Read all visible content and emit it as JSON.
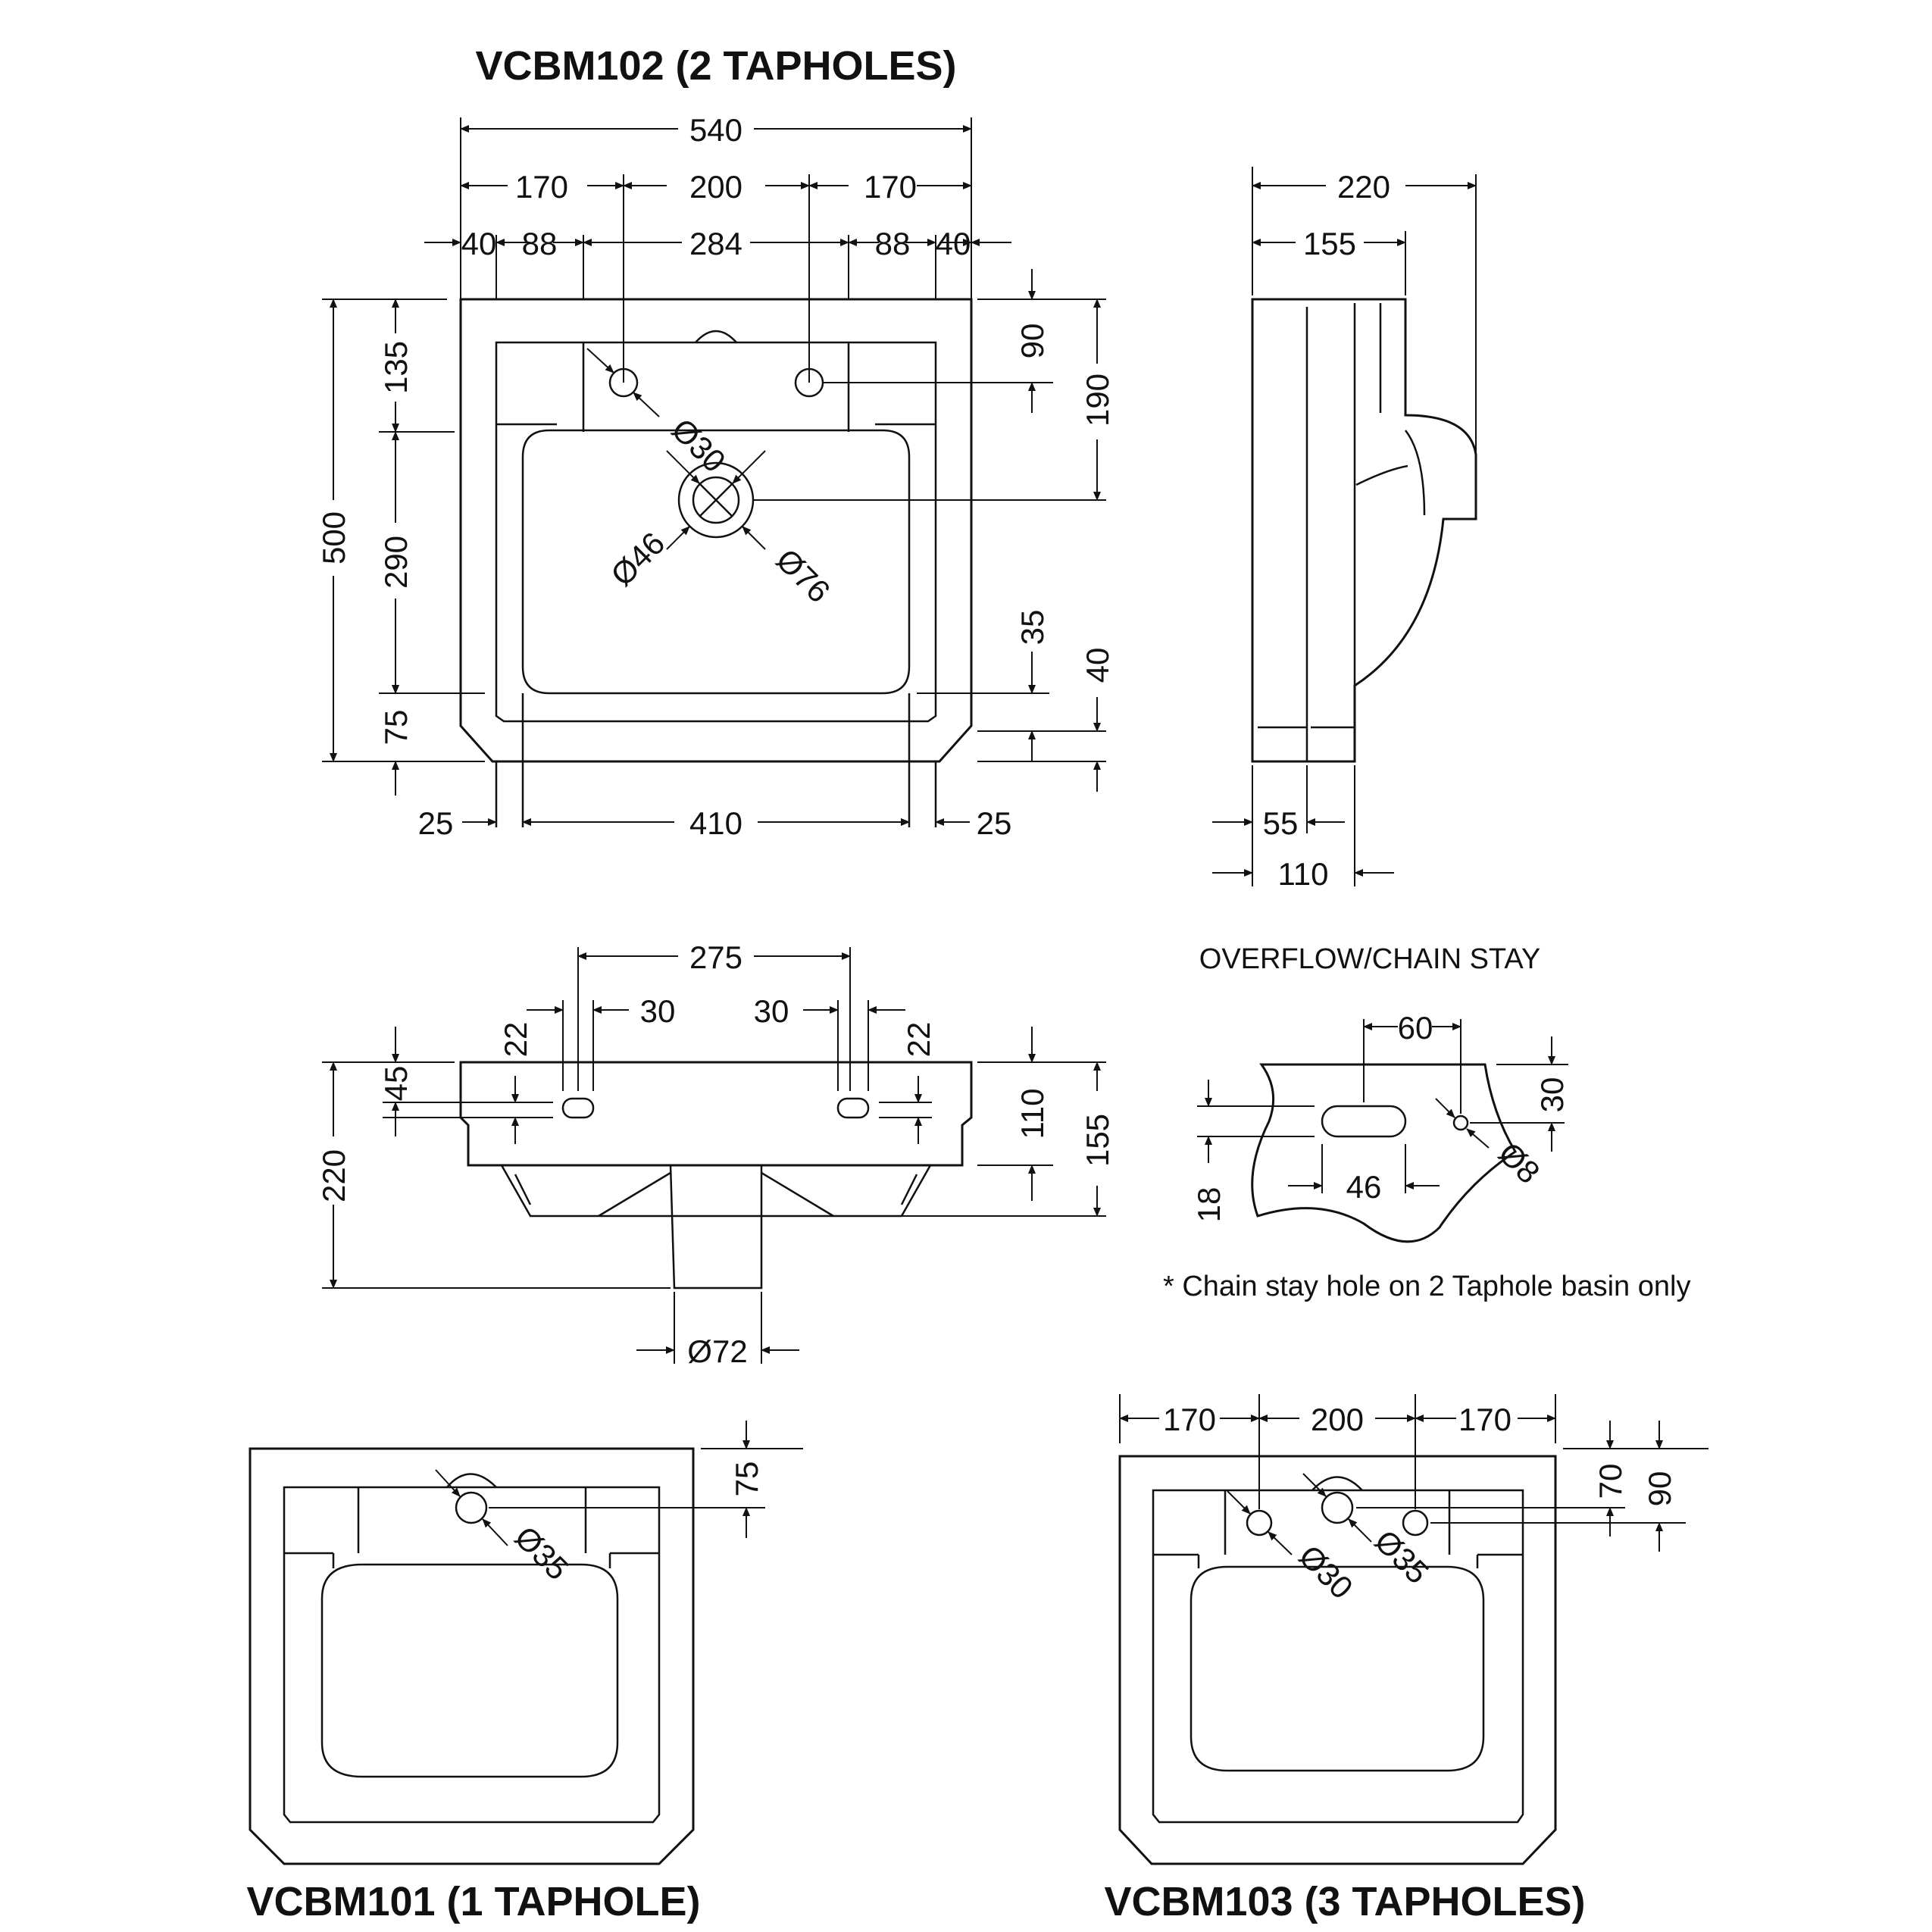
{
  "titles": {
    "top": "VCBM102 (2 TAPHOLES)",
    "bottom_left": "VCBM101 (1 TAPHOLE)",
    "bottom_right": "VCBM103 (3 TAPHOLES)"
  },
  "top_view": {
    "width_overall": "540",
    "tap_spacing": [
      "170",
      "200",
      "170"
    ],
    "deck_spacing": [
      "40",
      "88",
      "284",
      "88",
      "40"
    ],
    "depth_overall": "500",
    "depth_segments": [
      "135",
      "290",
      "75"
    ],
    "tap_offset": "90",
    "waste_offset": "190",
    "front_offsets": [
      "35",
      "40"
    ],
    "bottom_widths": [
      "25",
      "410",
      "25"
    ],
    "diameters": [
      "Ø30",
      "Ø46",
      "Ø76"
    ]
  },
  "side_view": {
    "overall": "220",
    "upper": "155",
    "lower_1": "55",
    "lower_2": "110"
  },
  "front_view": {
    "tap_centres": "275",
    "hole_widths": [
      "30",
      "30"
    ],
    "hole_heights": [
      "22",
      "22"
    ],
    "heights_left": [
      "45",
      "220"
    ],
    "heights_right": [
      "110",
      "155"
    ],
    "waste_diameter": "Ø72"
  },
  "overflow": {
    "title": "OVERFLOW/CHAIN STAY",
    "slot_offset": "60",
    "slot_width": "46",
    "slot_height": "18",
    "hole_offset": "30",
    "hole_diameter": "Ø8",
    "note": "* Chain stay hole on 2 Taphole basin only"
  },
  "vcbm101": {
    "tap_offset": "75",
    "tap_diameter": "Ø35"
  },
  "vcbm103": {
    "tap_spacing": [
      "170",
      "200",
      "170"
    ],
    "offsets": [
      "70",
      "90"
    ],
    "diameters": [
      "Ø30",
      "Ø35"
    ]
  }
}
